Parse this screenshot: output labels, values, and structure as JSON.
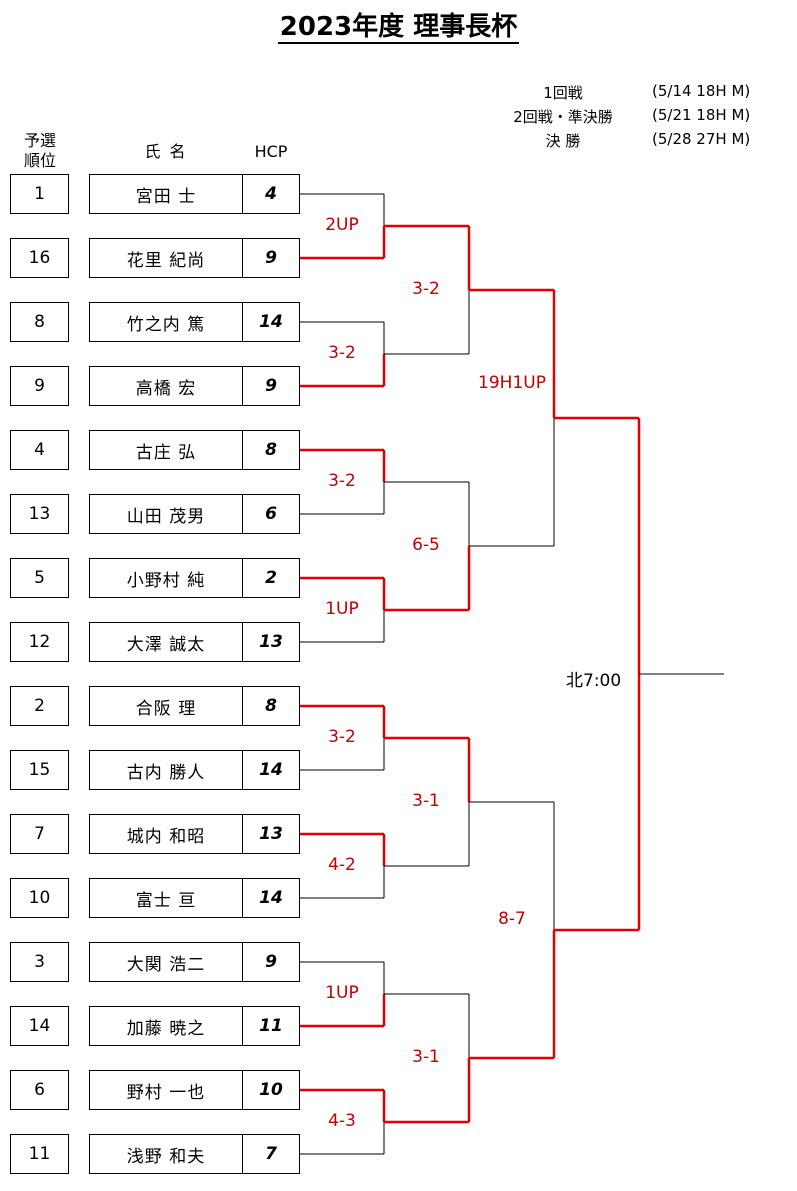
{
  "title": "2023年度 理事長杯",
  "schedule": [
    {
      "round": "1回戦",
      "detail": "(5/14 18H M)"
    },
    {
      "round": "2回戦・準決勝",
      "detail": "(5/21 18H M)"
    },
    {
      "round": "決 勝",
      "detail": "(5/28 27H M)"
    }
  ],
  "headers": {
    "seed_line1": "予選",
    "seed_line2": "順位",
    "name": "氏 名",
    "hcp": "HCP"
  },
  "players": [
    {
      "seed": "1",
      "name": "宮田 士",
      "hcp": "4"
    },
    {
      "seed": "16",
      "name": "花里 紀尚",
      "hcp": "9"
    },
    {
      "seed": "8",
      "name": "竹之内 篤",
      "hcp": "14"
    },
    {
      "seed": "9",
      "name": "高橋 宏",
      "hcp": "9"
    },
    {
      "seed": "4",
      "name": "古庄 弘",
      "hcp": "8"
    },
    {
      "seed": "13",
      "name": "山田 茂男",
      "hcp": "6"
    },
    {
      "seed": "5",
      "name": "小野村 純",
      "hcp": "2"
    },
    {
      "seed": "12",
      "name": "大澤 誠太",
      "hcp": "13"
    },
    {
      "seed": "2",
      "name": "合阪 理",
      "hcp": "8"
    },
    {
      "seed": "15",
      "name": "古内 勝人",
      "hcp": "14"
    },
    {
      "seed": "7",
      "name": "城内 和昭",
      "hcp": "13"
    },
    {
      "seed": "10",
      "name": "富士 亘",
      "hcp": "14"
    },
    {
      "seed": "3",
      "name": "大関 浩二",
      "hcp": "9"
    },
    {
      "seed": "14",
      "name": "加藤 暁之",
      "hcp": "11"
    },
    {
      "seed": "6",
      "name": "野村 一也",
      "hcp": "10"
    },
    {
      "seed": "11",
      "name": "浅野 和夫",
      "hcp": "7"
    }
  ],
  "round1_results": [
    "2UP",
    "3-2",
    "3-2",
    "1UP",
    "3-2",
    "4-2",
    "1UP",
    "4-3"
  ],
  "round1_winners": [
    1,
    3,
    4,
    6,
    8,
    10,
    13,
    14
  ],
  "round2_results": [
    "3-2",
    "6-5",
    "3-1",
    "3-1"
  ],
  "round2_winners": [
    0,
    3,
    4,
    7
  ],
  "semifinal_results": [
    "19H1UP",
    "8-7"
  ],
  "semifinal_winners": [
    0,
    1
  ],
  "final_start": "北7:00",
  "colors": {
    "winner_line": "#e00000",
    "result_text": "#c00000",
    "line": "#000000"
  }
}
